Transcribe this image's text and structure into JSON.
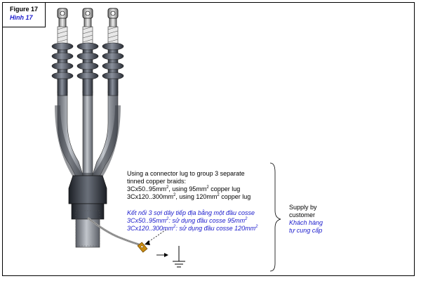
{
  "figure": {
    "label_en": "Figure 17",
    "label_vi": "Hình 17"
  },
  "instructions_en": {
    "line1": "Using a connector lug to group 3 separate",
    "line2": "tinned copper braids:",
    "line3_pre": "3Cx50..95mm",
    "line3_post": ", using 95mm",
    "line3_tail": " copper lug",
    "line4_pre": "3Cx120..300mm",
    "line4_post": ", using 120mm",
    "line4_tail": " copper lug",
    "sup": "2"
  },
  "instructions_vi": {
    "line1": "Kết nối 3 sợi dây tiếp địa bằng một đầu cosse",
    "line2_pre": "3Cx50..95mm",
    "line2_mid": ": sử dụng đầu cosse 95mm",
    "line3_pre": "3Cx120..300mm",
    "line3_mid": ": sử dụng đầu cosse 120mm",
    "sup": "2"
  },
  "supply": {
    "en_line1": "Supply by",
    "en_line2": "customer",
    "vi_line1": "Khách hàng",
    "vi_line2": "tự cung cấp"
  },
  "colors": {
    "insulator": "#4a4f5a",
    "cable": "#8c9096",
    "sleeve": "#2e323a",
    "lug": "#c88a10",
    "vi_text": "#1a1acc"
  }
}
